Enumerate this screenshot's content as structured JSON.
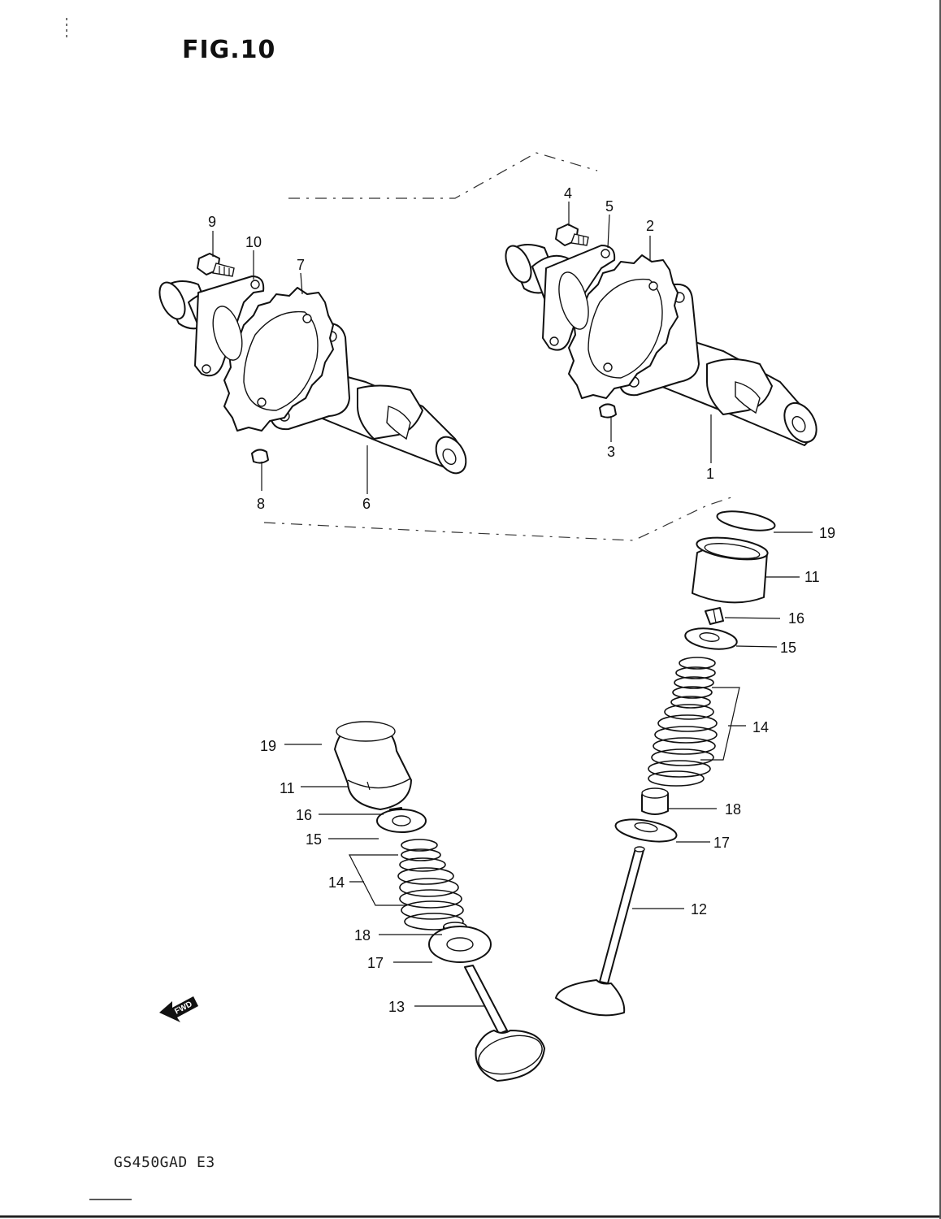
{
  "figure": {
    "title": "FIG.10",
    "model_code": "GS450GAD E3"
  },
  "fwd_badge": {
    "text": "FWD"
  },
  "callouts": {
    "c1": "1",
    "c2": "2",
    "c3": "3",
    "c4": "4",
    "c5": "5",
    "c6": "6",
    "c7": "7",
    "c8": "8",
    "c9": "9",
    "c10": "10",
    "r19": "19",
    "r11": "11",
    "r16": "16",
    "r15": "15",
    "r14": "14",
    "r18": "18",
    "r17": "17",
    "r12": "12",
    "l19": "19",
    "l11": "11",
    "l16": "16",
    "l15": "15",
    "l14": "14",
    "l18": "18",
    "l17": "17",
    "l13": "13"
  }
}
